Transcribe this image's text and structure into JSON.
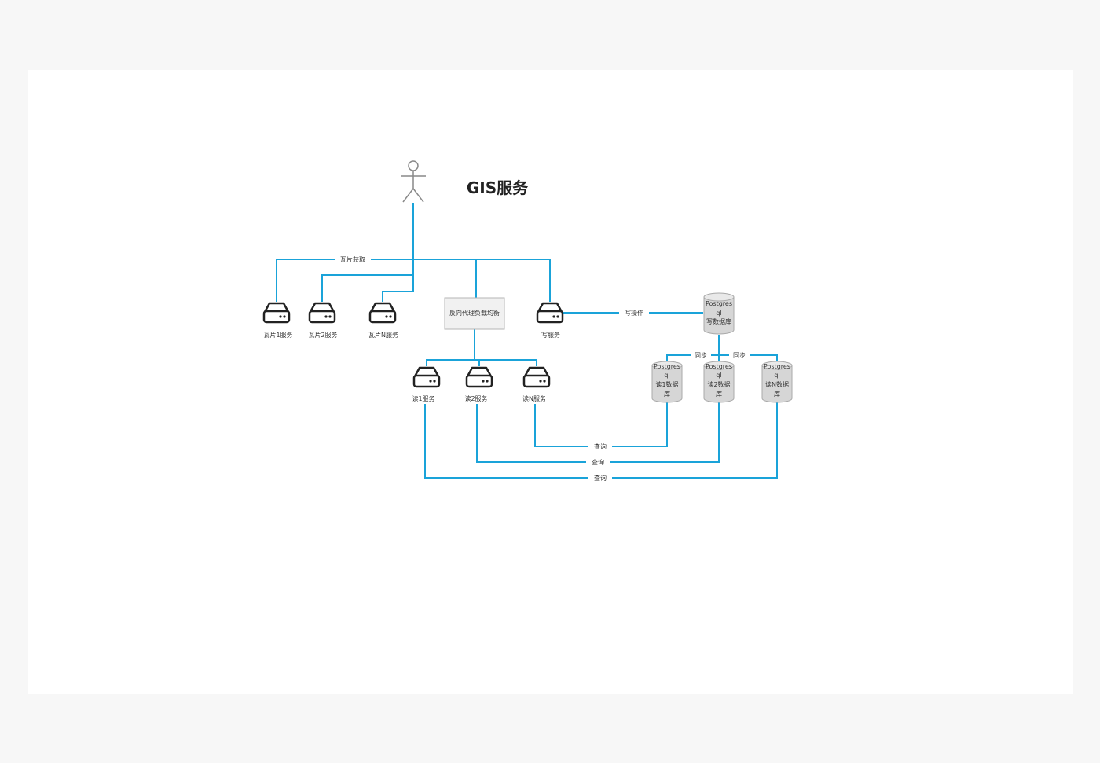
{
  "title": "GIS服务",
  "edges": {
    "tile_fetch": "瓦片获取",
    "write_op": "写操作",
    "sync": "同步",
    "query": "查询"
  },
  "load_balancer": "反向代理负载均衡",
  "servers": {
    "tile1": "瓦片1服务",
    "tile2": "瓦片2服务",
    "tileN": "瓦片N服务",
    "write": "写服务",
    "read1": "读1服务",
    "read2": "读2服务",
    "readN": "读N服务"
  },
  "databases": {
    "write_db": [
      "Postgres",
      "ql",
      "写数据库"
    ],
    "read1_db": [
      "Postgres",
      "ql",
      "读1数据",
      "库"
    ],
    "read2_db": [
      "Postgres",
      "ql",
      "读2数据",
      "库"
    ],
    "readN_db": [
      "Postgres",
      "ql",
      "读N数据",
      "库"
    ]
  }
}
